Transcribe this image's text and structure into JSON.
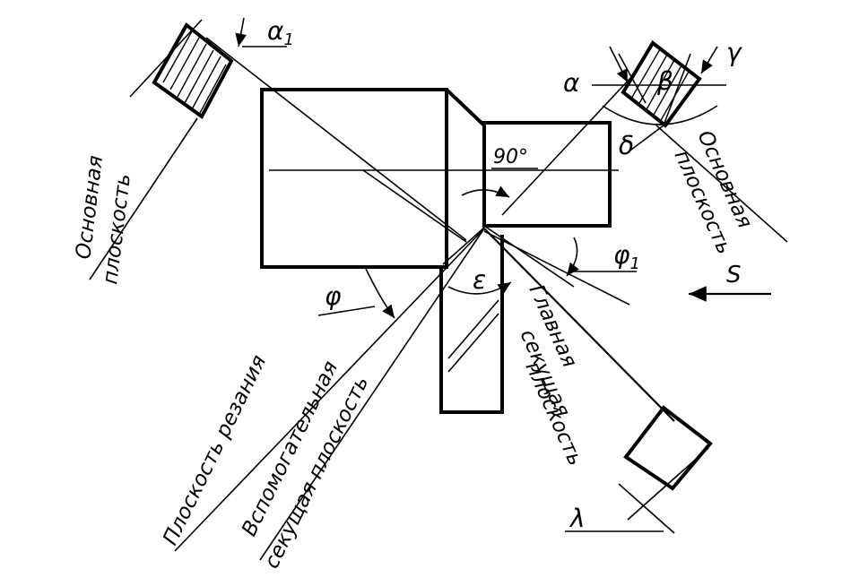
{
  "labels": {
    "base_plane_left_1": "Основная",
    "base_plane_left_2": "плоскость",
    "base_plane_right_1": "Основная",
    "base_plane_right_2": "плоскость",
    "cutting_plane": "Плоскость резания",
    "aux_secant_1": "Вспомогательная",
    "aux_secant_2": "секущая плоскость",
    "main_secant_1": "Главная",
    "main_secant_2": "секущая",
    "main_secant_3": "плоскость",
    "right_angle": "90°",
    "feed": "S"
  },
  "angles": {
    "alpha1": "α",
    "alpha1_sub": "1",
    "alpha": "α",
    "beta": "β",
    "gamma": "γ",
    "delta": "δ",
    "phi": "φ",
    "phi1": "φ",
    "phi1_sub": "1",
    "epsilon": "ε",
    "lambda": "λ"
  }
}
